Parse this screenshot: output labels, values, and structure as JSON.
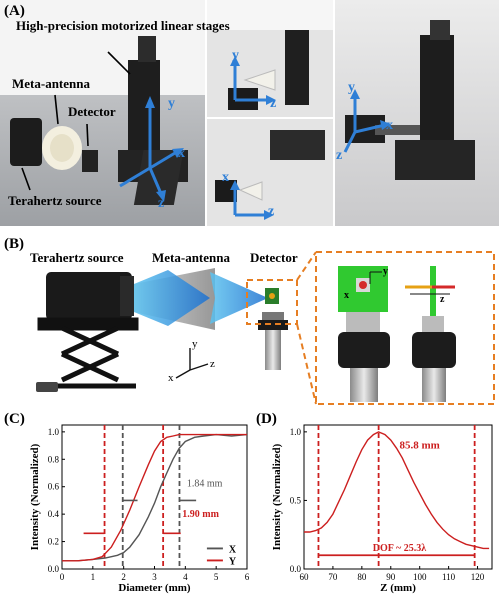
{
  "panels": {
    "a": {
      "label": "(A)",
      "stage_label": "High-precision motorized linear stages",
      "meta_antenna_label": "Meta-antenna",
      "detector_label": "Detector",
      "source_label": "Terahertz source",
      "axis_x": "x",
      "axis_y": "y",
      "axis_z": "z"
    },
    "b": {
      "label": "(B)",
      "source_label": "Terahertz source",
      "meta_antenna_label": "Meta-antenna",
      "detector_label": "Detector",
      "axis_x": "x",
      "axis_y": "y",
      "axis_z": "z"
    },
    "c": {
      "label": "(C)"
    },
    "d": {
      "label": "(D)"
    }
  },
  "colors": {
    "red": "#cc1f1f",
    "gray": "#555555",
    "blue": "#2f7fd6",
    "orange": "#e67e22"
  },
  "chart_data": [
    {
      "type": "line",
      "xlabel": "Diameter (mm)",
      "ylabel": "Intensity (Normalized)",
      "xlim": [
        0,
        6
      ],
      "ylim": [
        0,
        1.05
      ],
      "xticks": [
        "0",
        "1",
        "2",
        "3",
        "4",
        "5",
        "6"
      ],
      "yticks": [
        "0.0",
        "0.2",
        "0.4",
        "0.6",
        "0.8",
        "1.0"
      ],
      "series": [
        {
          "name": "X",
          "color": "#555555",
          "x": [
            0,
            0.5,
            1.0,
            1.4,
            1.8,
            2.0,
            2.2,
            2.5,
            2.8,
            3.0,
            3.2,
            3.4,
            3.6,
            3.8,
            4.0,
            4.3,
            4.6,
            5.0,
            5.5,
            6.0
          ],
          "y": [
            0.06,
            0.06,
            0.07,
            0.08,
            0.1,
            0.12,
            0.16,
            0.25,
            0.38,
            0.48,
            0.6,
            0.7,
            0.8,
            0.88,
            0.93,
            0.96,
            0.97,
            0.98,
            0.97,
            0.98
          ]
        },
        {
          "name": "Y",
          "color": "#cc1f1f",
          "x": [
            0,
            0.5,
            1.0,
            1.3,
            1.6,
            1.9,
            2.2,
            2.5,
            2.8,
            3.0,
            3.2,
            3.4,
            3.6,
            3.8,
            4.0,
            4.3,
            4.6,
            5.0,
            5.5,
            6.0
          ],
          "y": [
            0.06,
            0.06,
            0.07,
            0.09,
            0.16,
            0.28,
            0.43,
            0.6,
            0.76,
            0.86,
            0.93,
            0.96,
            0.97,
            0.98,
            0.98,
            0.98,
            0.98,
            0.98,
            0.98,
            0.98
          ]
        }
      ],
      "vlines": [
        {
          "x": 1.38,
          "color": "#cc1f1f"
        },
        {
          "x": 1.97,
          "color": "#555555"
        },
        {
          "x": 3.28,
          "color": "#cc1f1f"
        },
        {
          "x": 3.81,
          "color": "#555555"
        }
      ],
      "annotations": [
        {
          "text": "1.84 mm",
          "color": "#555555"
        },
        {
          "text": "1.90 mm",
          "color": "#cc1f1f"
        }
      ],
      "legend": {
        "position": "bottom-right",
        "entries": [
          "X",
          "Y"
        ]
      }
    },
    {
      "type": "line",
      "xlabel": "Z (mm)",
      "ylabel": "Intensity (Normalized)",
      "xlim": [
        60,
        125
      ],
      "ylim": [
        0,
        1.05
      ],
      "xticks": [
        "60",
        "70",
        "80",
        "90",
        "100",
        "110",
        "120"
      ],
      "yticks": [
        "0.0",
        "0.5",
        "1.0"
      ],
      "series": [
        {
          "name": "",
          "color": "#cc1f1f",
          "x": [
            60,
            62,
            64,
            66,
            68,
            70,
            72,
            74,
            76,
            78,
            80,
            82,
            84,
            85.8,
            88,
            90,
            92,
            94,
            96,
            98,
            100,
            102,
            104,
            106,
            108,
            110,
            112,
            114,
            116,
            118,
            120,
            122,
            124
          ],
          "y": [
            0.27,
            0.27,
            0.28,
            0.3,
            0.34,
            0.4,
            0.49,
            0.58,
            0.68,
            0.78,
            0.87,
            0.94,
            0.98,
            1.0,
            0.98,
            0.94,
            0.88,
            0.81,
            0.72,
            0.63,
            0.55,
            0.47,
            0.4,
            0.34,
            0.29,
            0.25,
            0.22,
            0.2,
            0.18,
            0.17,
            0.16,
            0.15,
            0.15
          ]
        }
      ],
      "vlines": [
        {
          "x": 85.8,
          "color": "#cc1f1f"
        },
        {
          "x": 65,
          "color": "#cc1f1f"
        },
        {
          "x": 119,
          "color": "#cc1f1f"
        }
      ],
      "annotations": [
        {
          "text": "85.8 mm",
          "color": "#cc1f1f"
        },
        {
          "text": "DOF ~ 25.3λ",
          "color": "#cc1f1f"
        }
      ]
    }
  ]
}
